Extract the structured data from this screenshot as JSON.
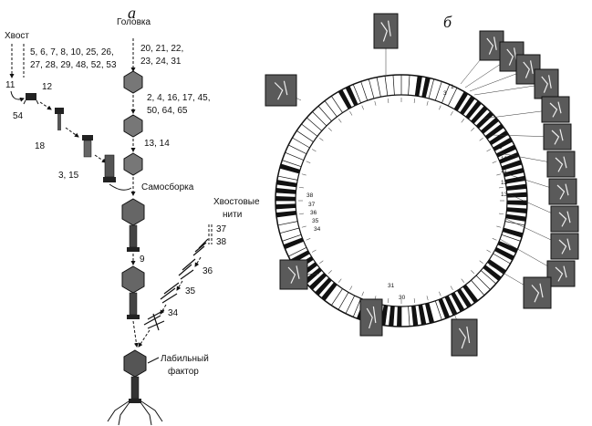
{
  "panel_a": {
    "letter": "а",
    "tail_label": "Хвост",
    "head_label": "Головка",
    "tail_genes_line1": "5, 6, 7, 8, 10, 25, 26,",
    "tail_genes_line2": "27, 28, 29, 48, 52, 53",
    "gene_11": "11",
    "gene_12": "12",
    "gene_54": "54",
    "gene_18": "18",
    "genes_3_15": "3, 15",
    "head_genes_line1": "20, 21, 22,",
    "head_genes_line2": "23, 24, 31",
    "head_genes2_line1": "2, 4, 16, 17, 45,",
    "head_genes2_line2": "50, 64, 65",
    "genes_13_14": "13, 14",
    "self_assembly": "Самосборка",
    "tail_fibers_line1": "Хвостовые",
    "tail_fibers_line2": "нити",
    "gene_37": "37",
    "gene_38": "38",
    "gene_9": "9",
    "gene_36": "36",
    "gene_35": "35",
    "gene_34": "34",
    "labile_line1": "Лабильный",
    "labile_line2": "фактор"
  },
  "panel_b": {
    "letter": "б",
    "ring_labels": {
      "r1": "r1",
      "n9": "9",
      "n10": "10",
      "n11": "11",
      "n12": "12",
      "n13": "13",
      "n30": "30",
      "n31": "31",
      "n38": "38",
      "n37": "37",
      "n36": "36",
      "n35": "35",
      "n34": "34",
      "n1": "1",
      "n3": "3"
    }
  }
}
